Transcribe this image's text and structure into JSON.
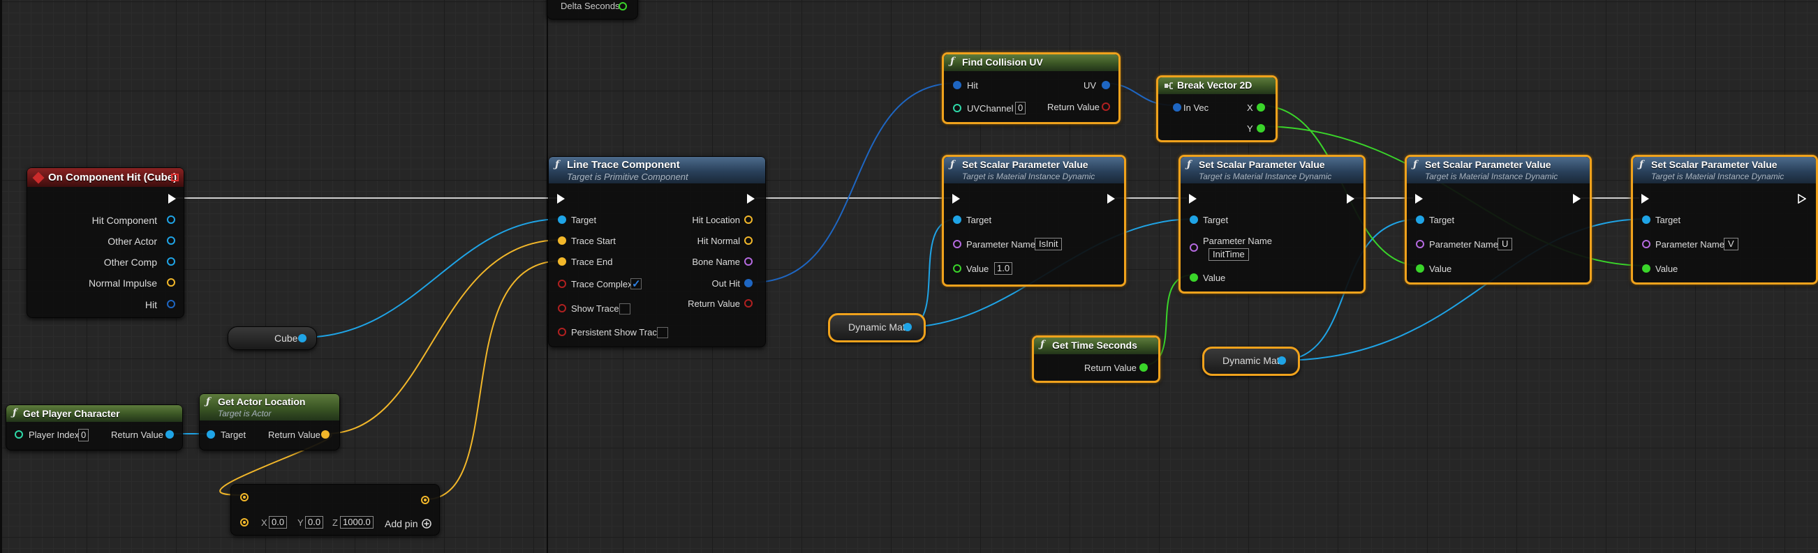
{
  "nodes": {
    "delta_seconds": {
      "label": "Delta Seconds"
    },
    "on_component_hit": {
      "title": "On Component Hit (Cube)",
      "pins": [
        "Hit Component",
        "Other Actor",
        "Other Comp",
        "Normal Impulse",
        "Hit"
      ]
    },
    "cube": {
      "label": "Cube"
    },
    "get_player_character": {
      "title": "Get Player Character",
      "player_index_label": "Player Index",
      "player_index_value": "0",
      "return_label": "Return Value"
    },
    "get_actor_location": {
      "title": "Get Actor Location",
      "subtitle": "Target is Actor",
      "target_label": "Target",
      "return_label": "Return Value"
    },
    "make_vector": {
      "x_label": "X",
      "x_value": "0.0",
      "y_label": "Y",
      "y_value": "0.0",
      "z_label": "Z",
      "z_value": "1000.0",
      "add_pin_label": "Add pin"
    },
    "line_trace": {
      "title": "Line Trace Component",
      "subtitle": "Target is Primitive Component",
      "in_pins": [
        "Target",
        "Trace Start",
        "Trace End",
        "Trace Complex",
        "Show Trace",
        "Persistent Show Trace"
      ],
      "out_pins": [
        "Hit Location",
        "Hit Normal",
        "Bone Name",
        "Out Hit",
        "Return Value"
      ],
      "trace_complex_checked": true
    },
    "find_collision_uv": {
      "title": "Find Collision UV",
      "hit_label": "Hit",
      "uv_label": "UV",
      "uvchannel_label": "UVChannel",
      "uvchannel_value": "0",
      "return_label": "Return Value"
    },
    "break_vector_2d": {
      "title": "Break Vector 2D",
      "in_label": "In Vec",
      "x_label": "X",
      "y_label": "Y"
    },
    "set_scalar_1": {
      "title": "Set Scalar Parameter Value",
      "subtitle": "Target is Material Instance Dynamic",
      "target_label": "Target",
      "param_label": "Parameter Name",
      "param_value": "IsInit",
      "value_label": "Value",
      "value_value": "1.0"
    },
    "set_scalar_2": {
      "title": "Set Scalar Parameter Value",
      "subtitle": "Target is Material Instance Dynamic",
      "target_label": "Target",
      "param_label": "Parameter Name",
      "param_value": "InitTime",
      "value_label": "Value"
    },
    "set_scalar_3": {
      "title": "Set Scalar Parameter Value",
      "subtitle": "Target is Material Instance Dynamic",
      "target_label": "Target",
      "param_label": "Parameter Name",
      "param_value": "U",
      "value_label": "Value"
    },
    "set_scalar_4": {
      "title": "Set Scalar Parameter Value",
      "subtitle": "Target is Material Instance Dynamic",
      "target_label": "Target",
      "param_label": "Parameter Name",
      "param_value": "V",
      "value_label": "Value"
    },
    "dynamic_mat_1": {
      "label": "Dynamic Mat"
    },
    "dynamic_mat_2": {
      "label": "Dynamic Mat"
    },
    "get_time_seconds": {
      "title": "Get Time Seconds",
      "return_label": "Return Value"
    }
  },
  "icons": {
    "function": "function-icon",
    "event": "event-diamond-icon",
    "break": "break-struct-icon",
    "add": "add-circle-icon",
    "check": "checkmark-icon"
  },
  "colors": {
    "exec": "#ffffff",
    "object": "#1fa4e6",
    "vector": "#f2b72a",
    "struct": "#1e66c2",
    "name": "#b56ae0",
    "float": "#3ad52a",
    "bool": "#b02020",
    "int": "#2ed9a8",
    "selection": "#f0a21c",
    "canvas": "#262626"
  }
}
